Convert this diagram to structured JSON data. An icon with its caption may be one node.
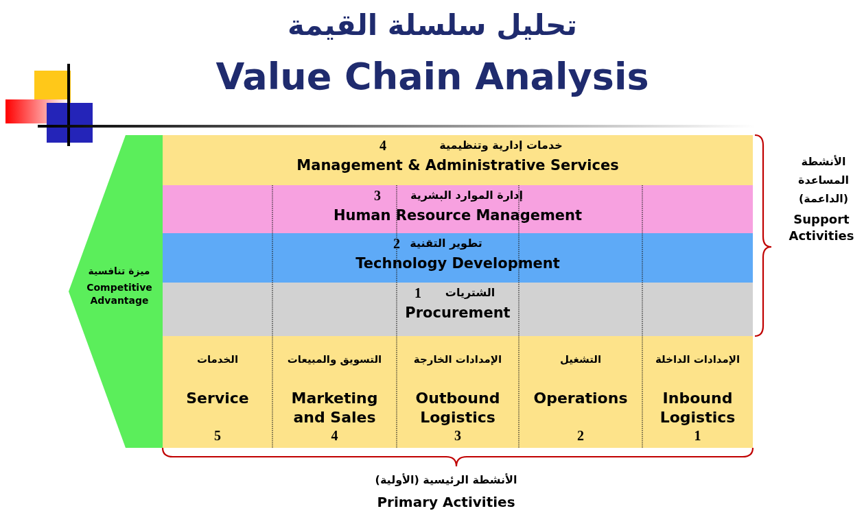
{
  "diagram": {
    "title": "Value Chain Analysis",
    "nodes": [
      {
        "text": [
          "ميزة تنافسية",
          "Competitive Advantage"
        ]
      },
      {
        "text": [
          "خدمات إدارية وتنظيمية",
          "4",
          "Management & Administrative Services"
        ]
      },
      {
        "text": [
          "إدارة الموارد البشرية",
          "3",
          "Human Resource Management"
        ]
      },
      {
        "text": [
          "تطوير التقنية",
          "2",
          "Technology Development"
        ]
      },
      {
        "text": [
          "الشتريات",
          "1",
          "Procurement"
        ]
      },
      {
        "text": [
          "الخدمات",
          "Service",
          "5"
        ]
      },
      {
        "text": [
          "التسويق والمبيعات",
          "Marketing and Sales",
          "4"
        ]
      },
      {
        "text": [
          "الإمدادات الخارجة",
          "Outbound Logistics",
          "3"
        ]
      },
      {
        "text": [
          "التشغيل",
          "Operations",
          "2"
        ]
      },
      {
        "text": [
          "الإمدادات الداخلة",
          "Inbound Logistics",
          "1"
        ]
      }
    ],
    "labels": [
      "تحليل سلسلة القيمة",
      "الأنشطة المساعدة (الداعمة)",
      "Support Activities",
      "الأنشطة الرئيسية (الأولية)",
      "Primary Activities"
    ]
  }
}
